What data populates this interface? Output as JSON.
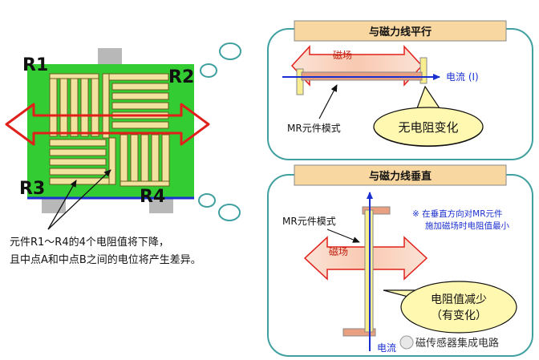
{
  "left_diagram": {
    "labels": {
      "r1": "R1",
      "r2": "R2",
      "r3": "R3",
      "r4": "R4"
    },
    "caption": {
      "line1": "元件R1～R4的4个电阻值将下降，",
      "line2": "且中点A和中点B之间的电位将产生差异。"
    }
  },
  "panel_parallel": {
    "title": "与磁力线平行",
    "field_label": "磁场",
    "current_label": "电流 (I)",
    "mr_label": "MR元件模式",
    "result": "无电阻变化"
  },
  "panel_perpendicular": {
    "title": "与磁力线垂直",
    "mr_label": "MR元件模式",
    "note_line1": "※ 在垂直方向对MR元件",
    "note_line2": "施加磁场时电阻值最小",
    "field_label": "磁场",
    "result_line1": "电阻值减少",
    "result_line2": "（有变化）",
    "current_label": "电流"
  },
  "watermark": "磁传感器集成电路",
  "colors": {
    "chip_green": "#33cc33",
    "resistor_fill": "#f2e2a0",
    "arrow_red": "#e0201a",
    "panel_border": "#40a0a0",
    "title_bg": "#f9d7a0",
    "current_blue": "#1a2fd0",
    "result_bubble": "#fff8b0",
    "note_blue": "#1a2fd0"
  }
}
